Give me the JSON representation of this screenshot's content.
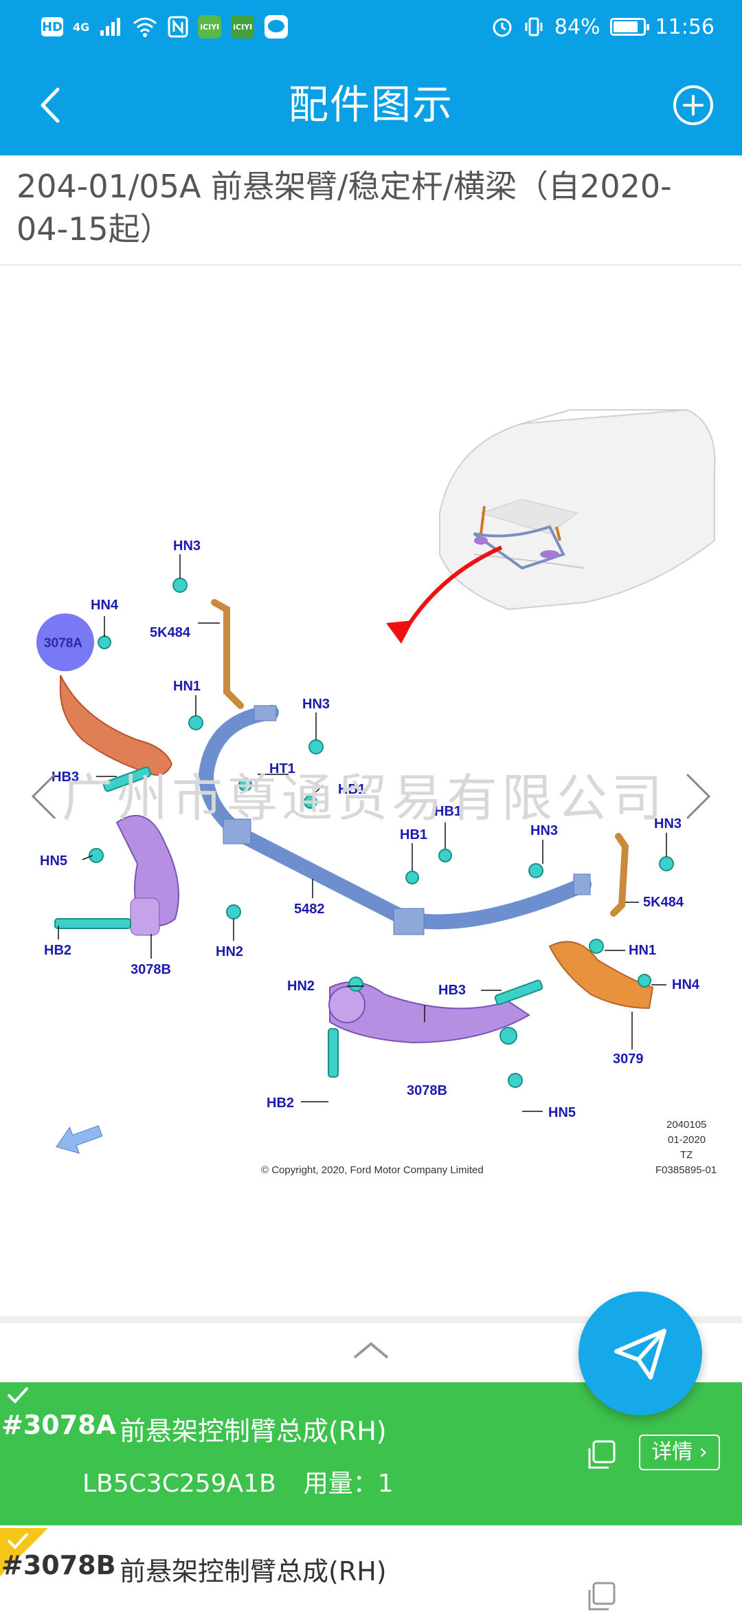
{
  "status_bar": {
    "badge_hd": "HD",
    "network": "4G",
    "battery": "84%",
    "battery_fraction": 0.84,
    "time": "11:56",
    "app_icon_text": "iCIYI"
  },
  "header": {
    "title": "配件图示",
    "color": "#0aa0e6"
  },
  "part_group_title": "204-01/05A 前悬架臂/稳定杆/横梁（自2020-04-15起）",
  "diagram": {
    "labels": {
      "hn3_a": "HN3",
      "hn4_a": "HN4",
      "callout_3078a": "3078A",
      "k484_a": "5K484",
      "hn1_a": "HN1",
      "hn3_b": "HN3",
      "ht1": "HT1",
      "hb1_a": "HB1",
      "hb3_a": "HB3",
      "hb1_b": "HB1",
      "hb1_c": "HB1",
      "hn3_c": "HN3",
      "hn3_d": "HN3",
      "hn5_a": "HN5",
      "k484_b": "5K484",
      "hb2_a": "HB2",
      "p3078b_a": "3078B",
      "hn2_a": "HN2",
      "p5482": "5482",
      "hn1_b": "HN1",
      "hn4_b": "HN4",
      "hn2_b": "HN2",
      "hb3_b": "HB3",
      "p3079": "3079",
      "p3078b_b": "3078B",
      "hb2_b": "HB2",
      "hn5_b": "HN5"
    },
    "watermark": "广州市尊通贸易有限公司",
    "meta_lines": [
      "2040105",
      "01-2020",
      "TZ",
      "F0385895-01"
    ],
    "copyright": "© Copyright, 2020, Ford Motor Company Limited",
    "selected_callout_color": "#6a6af5"
  },
  "parts": [
    {
      "code": "#3078A",
      "name": "前悬架控制臂总成(RH)",
      "part_number": "LB5C3C259A1B",
      "qty_label": "用量：",
      "qty": "1",
      "detail_label": "详情",
      "selected": true
    },
    {
      "code": "#3078B",
      "name": "前悬架控制臂总成(RH)",
      "selected": false
    }
  ],
  "colors": {
    "selected_row": "#3ec24e",
    "fab": "#16a9ea",
    "check_badge": "#f5c518"
  }
}
